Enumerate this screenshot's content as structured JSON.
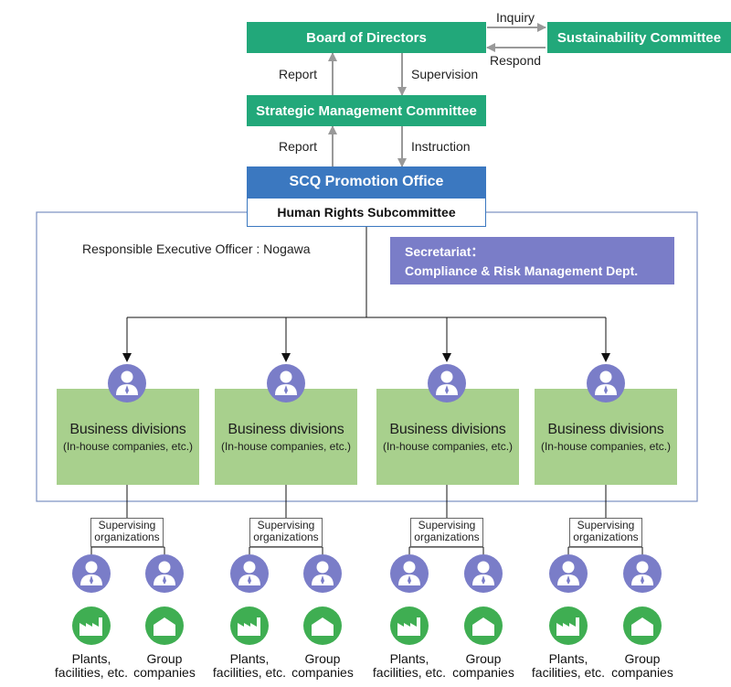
{
  "top": {
    "board": "Board of Directors",
    "sustainability": "Sustainability Committee",
    "inquiry": "Inquiry",
    "respond": "Respond",
    "report1": "Report",
    "supervision": "Supervision",
    "strategic": "Strategic Management Committee",
    "report2": "Report",
    "instruction": "Instruction",
    "scq": "SCQ Promotion Office",
    "hr_sub": "Human Rights Subcommittee"
  },
  "frame": {
    "officer": "Responsible Executive Officer : Nogawa",
    "secretariat_line1": "Secretariat：",
    "secretariat_line2": "Compliance & Risk Management Dept."
  },
  "divisions": [
    {
      "title": "Business divisions",
      "sub": "(In-house companies, etc.)",
      "supervising": [
        "Supervising",
        "organizations"
      ],
      "left_caption": [
        "Plants,",
        "facilities, etc."
      ],
      "right_caption": [
        "Group",
        "companies"
      ]
    },
    {
      "title": "Business divisions",
      "sub": "(In-house companies, etc.)",
      "supervising": [
        "Supervising",
        "organizations"
      ],
      "left_caption": [
        "Plants,",
        "facilities, etc."
      ],
      "right_caption": [
        "Group",
        "companies"
      ]
    },
    {
      "title": "Business divisions",
      "sub": "(In-house companies, etc.)",
      "supervising": [
        "Supervising",
        "organizations"
      ],
      "left_caption": [
        "Plants,",
        "facilities, etc."
      ],
      "right_caption": [
        "Group",
        "companies"
      ]
    },
    {
      "title": "Business divisions",
      "sub": "(In-house companies, etc.)",
      "supervising": [
        "Supervising",
        "organizations"
      ],
      "left_caption": [
        "Plants,",
        "facilities, etc."
      ],
      "right_caption": [
        "Group",
        "companies"
      ]
    }
  ],
  "colors": {
    "green_box": "#22a87a",
    "blue_box": "#3b78c0",
    "secretariat": "#7a7dc8",
    "division": "#a8d08d",
    "person_icon": "#7a7dc8",
    "facility_icon": "#3fae52"
  },
  "icons": {
    "person": "person-icon",
    "factory": "factory-icon",
    "building": "building-icon"
  }
}
